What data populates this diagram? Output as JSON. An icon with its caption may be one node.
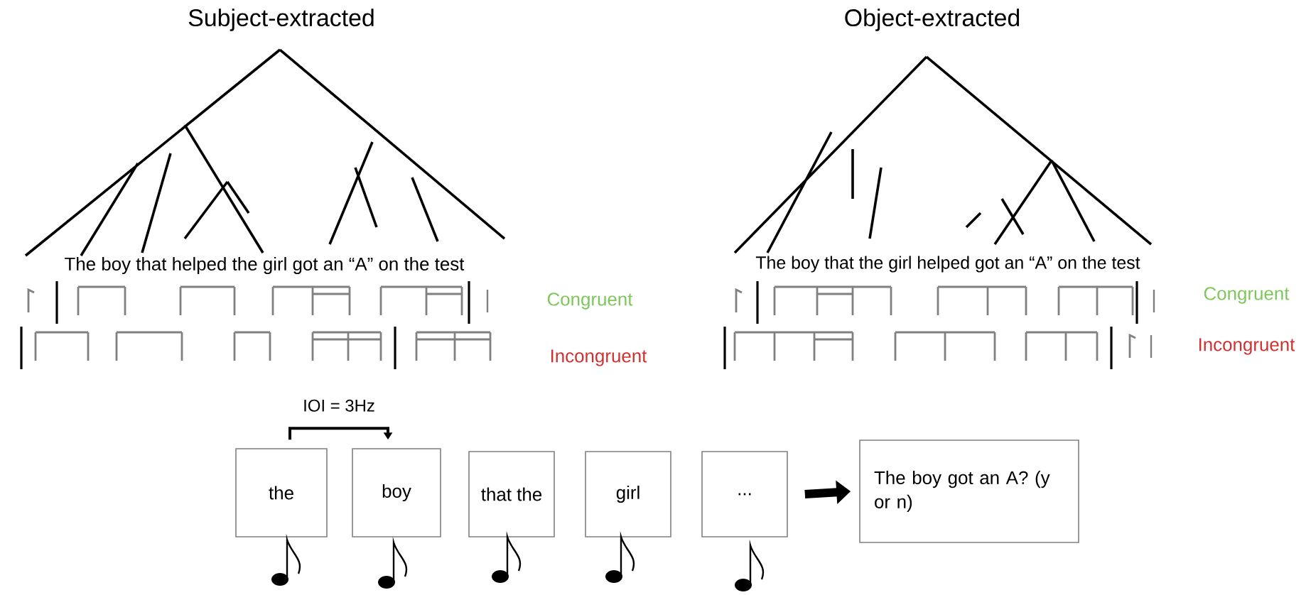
{
  "diagram": {
    "nodes": [
      {
        "text": [
          "the"
        ]
      },
      {
        "text": [
          "boy"
        ]
      },
      {
        "text": [
          "that the"
        ]
      },
      {
        "text": [
          "girl"
        ]
      },
      {
        "text": [
          "..."
        ]
      },
      {
        "text": [
          "The boy got an A? (y or n)"
        ]
      }
    ],
    "edges": [
      {
        "from": 0,
        "to": 1,
        "arrow": "to",
        "label": "IOI = 3Hz"
      },
      {
        "from": 4,
        "to": 5,
        "arrow": "to",
        "style": "thick"
      }
    ],
    "labels": [
      "Subject-extracted",
      "Object-extracted",
      "The boy that helped the girl got an “A” on the test",
      "The boy that the girl helped got an “A” on the test",
      "Congruent",
      "Incongruent",
      "Congruent",
      "Incongruent"
    ]
  }
}
